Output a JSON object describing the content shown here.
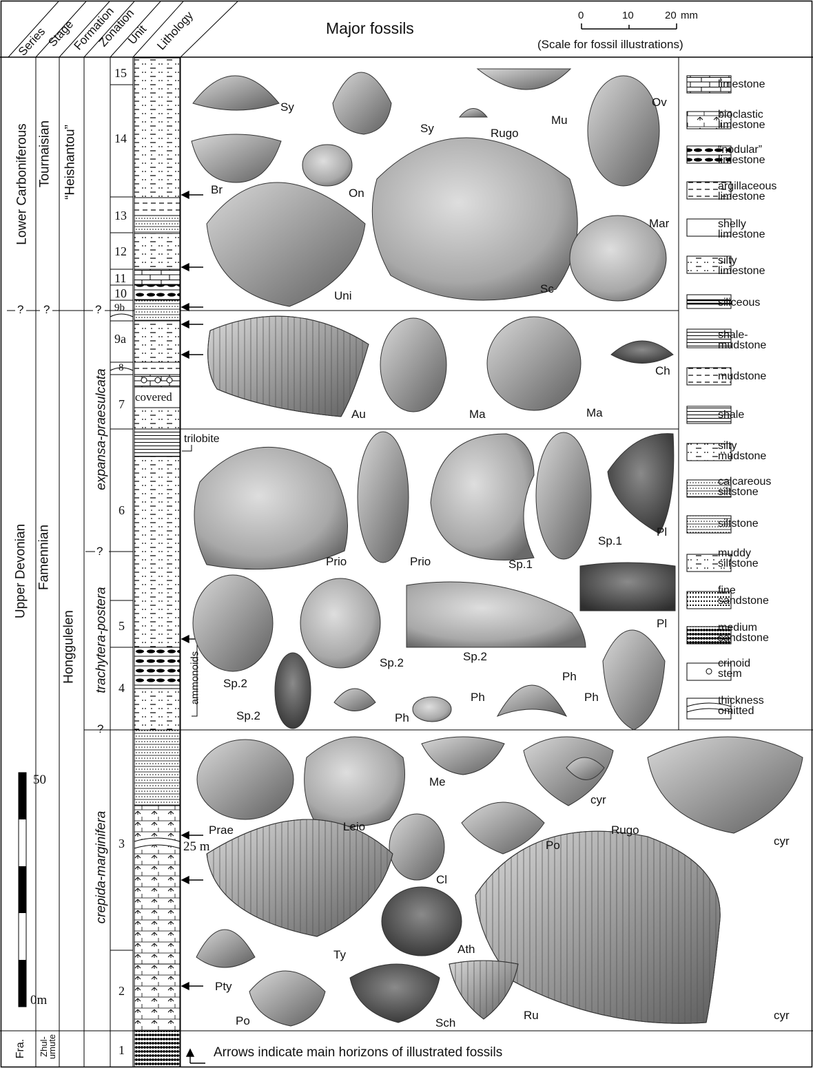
{
  "header": {
    "columns": [
      "Series",
      "Stage",
      "Formation",
      "Zonation",
      "Unit",
      "Lithology"
    ],
    "major_fossils": "Major fossils",
    "scale_ticks": [
      "0",
      "10",
      "20"
    ],
    "scale_unit": "mm",
    "scale_caption": "(Scale for fossil illustrations)"
  },
  "series": {
    "upper": "Lower Carboniferous",
    "lower": "Upper Devonian",
    "bottom": "Fra."
  },
  "stage": {
    "upper": "Tournaisian",
    "lower": "Famennian",
    "bottom": "Zhul-\numute"
  },
  "formation": {
    "upper": "“Heishantou”",
    "lower": "Honggulelen"
  },
  "zonation": {
    "z1": "expansa-praesulcata",
    "z2": "trachytera-postera",
    "z3": "crepida-marginifera"
  },
  "query": "?",
  "units": [
    "15",
    "14",
    "13",
    "12",
    "11",
    "10",
    "9b",
    "9a",
    "8",
    "7",
    "6",
    "5",
    "4",
    "3",
    "2",
    "1"
  ],
  "covered": "covered",
  "thickness_mark": "25 m",
  "scale_bar": {
    "top": "50",
    "bottom": "0m"
  },
  "annotations": {
    "trilobite": "trilobite",
    "ammonoids": "ammonoids",
    "arrows_note": "Arrows indicate main horizons of illustrated fossils"
  },
  "fossil_labels": {
    "panel1": [
      "Sy",
      "Sy",
      "Rugo",
      "Mu",
      "Ov",
      "Br",
      "On",
      "Mar",
      "Uni",
      "Sc"
    ],
    "panel2": [
      "Au",
      "Ma",
      "Ma",
      "Ch"
    ],
    "panel3": [
      "Prio",
      "Prio",
      "Sp.1",
      "Sp.1",
      "Pl",
      "Pl",
      "Sp.2",
      "Sp.2",
      "Sp.2",
      "Sp.2",
      "Ph",
      "Ph",
      "Ph",
      "Ph"
    ],
    "panel4": [
      "Prae",
      "Leio",
      "Me",
      "cyr",
      "cyr",
      "Rugo",
      "Po",
      "Cl",
      "Ty",
      "Ath",
      "Pty",
      "Po",
      "Sch",
      "Ru",
      "cyr"
    ]
  },
  "legend": [
    "limestone",
    "bioclastic limestone",
    "“nodular” limestone",
    "argillaceous limestone",
    "shelly limestone",
    "silty limestone",
    "siliceous",
    "shale-mudstone",
    "mudstone",
    "shale",
    "silty mudstone",
    "calcareous siltstone",
    "siltstone",
    "muddy siltstone",
    "fine sandstone",
    "medium sandstone",
    "crinoid stem",
    "thickness omitted"
  ]
}
